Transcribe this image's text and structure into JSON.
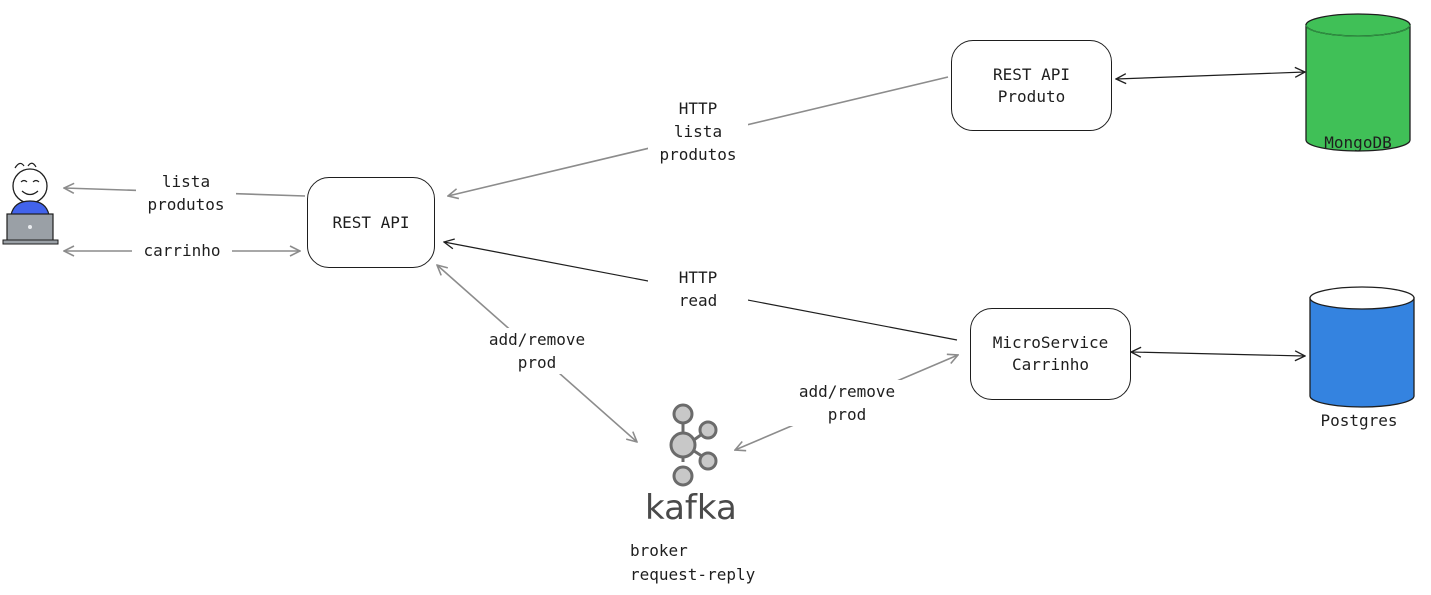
{
  "nodes": {
    "rest_api": {
      "label": "REST API"
    },
    "rest_api_produto": {
      "label": "REST API\nProduto"
    },
    "microservice_carrinho": {
      "label": "MicroService\nCarrinho"
    }
  },
  "databases": {
    "mongodb": {
      "label": "MongoDB",
      "color": "#40c057"
    },
    "postgres": {
      "label": "Postgres",
      "color": "#3483e0"
    }
  },
  "kafka": {
    "wordmark": "kafka",
    "note": "broker\nrequest-reply",
    "icon": "kafka-logo-icon"
  },
  "user": {
    "icon": "user-at-laptop-icon"
  },
  "edges": {
    "user_lista": "lista\nprodutos",
    "user_carrinho": "carrinho",
    "http_lista": "HTTP\nlista\nprodutos",
    "http_read": "HTTP\nread",
    "add_remove_left": "add/remove\nprod",
    "add_remove_right": "add/remove\nprod"
  }
}
